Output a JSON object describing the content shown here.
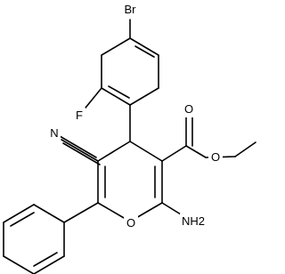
{
  "molecule": {
    "atoms": [
      {
        "id": "br",
        "label": "Br"
      },
      {
        "id": "f",
        "label": "F"
      },
      {
        "id": "n_nitrile",
        "label": "N"
      },
      {
        "id": "o_carbonyl",
        "label": "O"
      },
      {
        "id": "o_ester",
        "label": "O"
      },
      {
        "id": "o_ring",
        "label": "O"
      },
      {
        "id": "nh2",
        "label": "NH2"
      }
    ]
  }
}
